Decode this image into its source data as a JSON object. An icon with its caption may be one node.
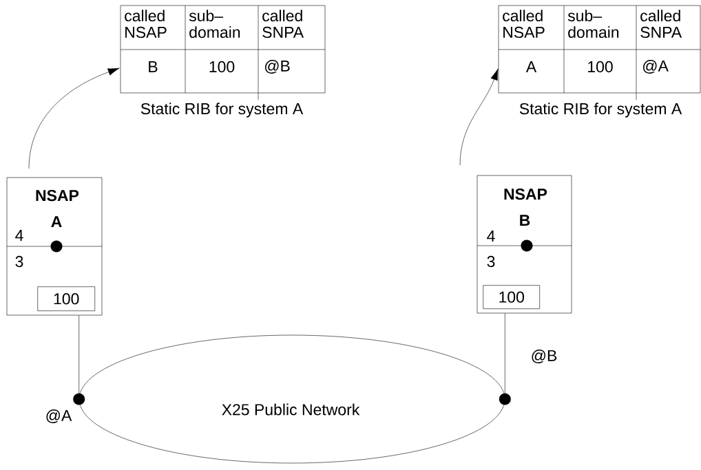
{
  "diagram": {
    "nodes": [
      {
        "text": [
          "called NSAP",
          "sub– domain",
          "called SNPA",
          "B",
          "100",
          "@B"
        ],
        "beside": [
          "Static RIB for system A"
        ]
      },
      {
        "text": [
          "called NSAP",
          "sub– domain",
          "called SNPA",
          "A",
          "100",
          "@A"
        ],
        "beside": [
          "Static RIB for system A"
        ]
      },
      {
        "text": [
          "NSAP A",
          "4",
          "3"
        ]
      },
      {
        "text": [
          "100"
        ],
        "in": 2
      },
      {
        "text": [
          "NSAP B",
          "4",
          "3"
        ]
      },
      {
        "text": [
          "100"
        ],
        "in": 4
      },
      {
        "text": [
          "X25 Public Network"
        ]
      }
    ],
    "edges": [
      {
        "from": 2,
        "to": 0,
        "arrow": "to"
      },
      {
        "from": 4,
        "to": 1,
        "arrow": "to"
      },
      {
        "from": 2,
        "to": 6,
        "arrow": "other"
      },
      {
        "from": 4,
        "to": 6,
        "arrow": "other"
      }
    ],
    "labels": [
      "@B",
      "@A"
    ]
  }
}
